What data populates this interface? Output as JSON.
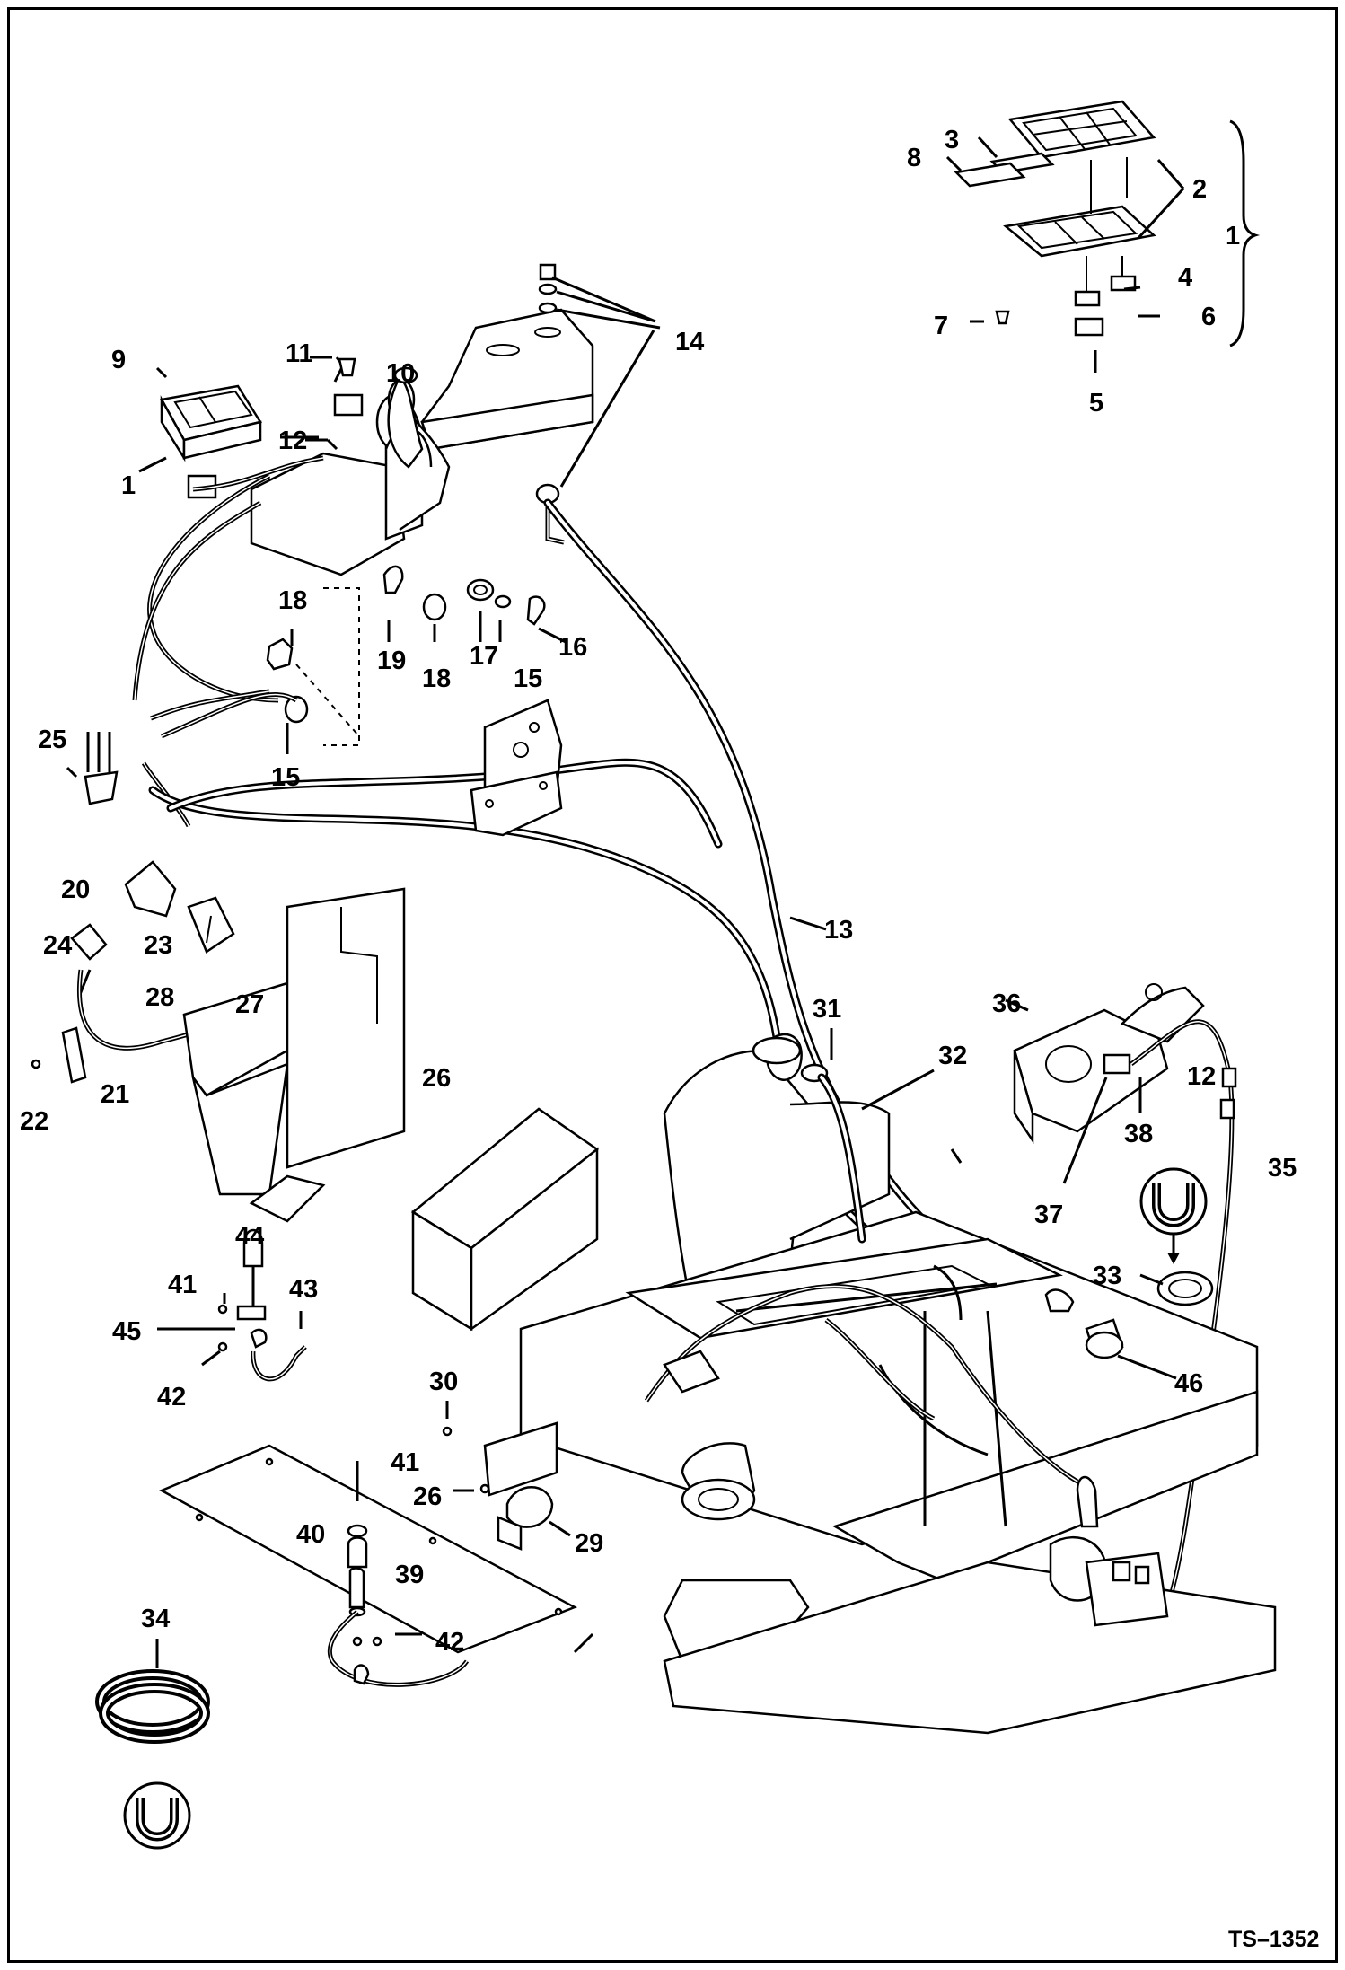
{
  "diagram": {
    "doc_id": "TS–1352",
    "callouts": [
      {
        "key": "c1a",
        "text": "1"
      },
      {
        "key": "c1b",
        "text": "1"
      },
      {
        "key": "c2",
        "text": "2"
      },
      {
        "key": "c3",
        "text": "3"
      },
      {
        "key": "c4",
        "text": "4"
      },
      {
        "key": "c5",
        "text": "5"
      },
      {
        "key": "c6",
        "text": "6"
      },
      {
        "key": "c7",
        "text": "7"
      },
      {
        "key": "c8",
        "text": "8"
      },
      {
        "key": "c9",
        "text": "9"
      },
      {
        "key": "c10",
        "text": "10"
      },
      {
        "key": "c11",
        "text": "11"
      },
      {
        "key": "c12a",
        "text": "12"
      },
      {
        "key": "c12b",
        "text": "12"
      },
      {
        "key": "c13",
        "text": "13"
      },
      {
        "key": "c14",
        "text": "14"
      },
      {
        "key": "c15a",
        "text": "15"
      },
      {
        "key": "c15b",
        "text": "15"
      },
      {
        "key": "c16",
        "text": "16"
      },
      {
        "key": "c17",
        "text": "17"
      },
      {
        "key": "c18a",
        "text": "18"
      },
      {
        "key": "c18b",
        "text": "18"
      },
      {
        "key": "c19",
        "text": "19"
      },
      {
        "key": "c20",
        "text": "20"
      },
      {
        "key": "c21",
        "text": "21"
      },
      {
        "key": "c22",
        "text": "22"
      },
      {
        "key": "c23",
        "text": "23"
      },
      {
        "key": "c24",
        "text": "24"
      },
      {
        "key": "c25",
        "text": "25"
      },
      {
        "key": "c26a",
        "text": "26"
      },
      {
        "key": "c26b",
        "text": "26"
      },
      {
        "key": "c27",
        "text": "27"
      },
      {
        "key": "c28",
        "text": "28"
      },
      {
        "key": "c29",
        "text": "29"
      },
      {
        "key": "c30",
        "text": "30"
      },
      {
        "key": "c31",
        "text": "31"
      },
      {
        "key": "c32",
        "text": "32"
      },
      {
        "key": "c33",
        "text": "33"
      },
      {
        "key": "c34",
        "text": "34"
      },
      {
        "key": "c35",
        "text": "35"
      },
      {
        "key": "c36",
        "text": "36"
      },
      {
        "key": "c37",
        "text": "37"
      },
      {
        "key": "c38",
        "text": "38"
      },
      {
        "key": "c39",
        "text": "39"
      },
      {
        "key": "c40",
        "text": "40"
      },
      {
        "key": "c41a",
        "text": "41"
      },
      {
        "key": "c41b",
        "text": "41"
      },
      {
        "key": "c42a",
        "text": "42"
      },
      {
        "key": "c42b",
        "text": "42"
      },
      {
        "key": "c43",
        "text": "43"
      },
      {
        "key": "c44",
        "text": "44"
      },
      {
        "key": "c45",
        "text": "45"
      },
      {
        "key": "c46",
        "text": "46"
      }
    ]
  }
}
